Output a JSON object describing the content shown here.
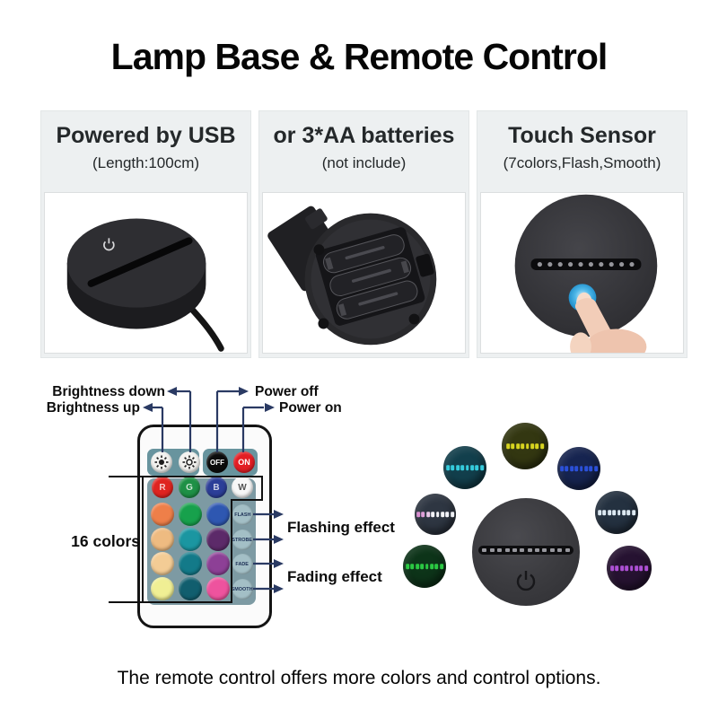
{
  "title": "Lamp Base & Remote Control",
  "panels": [
    {
      "heading": "Powered by USB",
      "subheading": "(Length:100cm)"
    },
    {
      "heading": "or 3*AA batteries",
      "subheading": "(not include)"
    },
    {
      "heading": "Touch Sensor",
      "subheading": "(7colors,Flash,Smooth)"
    }
  ],
  "remote": {
    "labels": {
      "brightness_down": "Brightness down",
      "brightness_up": "Brightness up",
      "power_off": "Power off",
      "power_on": "Power on",
      "colors_count": "16 colors",
      "flashing_effect": "Flashing effect",
      "fading_effect": "Fading effect"
    },
    "buttons": {
      "off": "OFF",
      "on": "ON",
      "off_color": "#0c0c0c",
      "on_color": "#e31e24",
      "side": [
        "FLASH",
        "STROBE",
        "FADE",
        "SMOOTH"
      ]
    },
    "color_rows": [
      [
        {
          "label": "R",
          "color": "#df2420"
        },
        {
          "label": "G",
          "color": "#1e9046"
        },
        {
          "label": "B",
          "color": "#2c3e98"
        },
        {
          "label": "W",
          "color": "#f7f7f7"
        }
      ],
      [
        {
          "color": "#ee7f49"
        },
        {
          "color": "#17a14c"
        },
        {
          "color": "#2e57b1"
        }
      ],
      [
        {
          "color": "#eebb81"
        },
        {
          "color": "#1b96a1"
        },
        {
          "color": "#5c2a69"
        }
      ],
      [
        {
          "color": "#f3cc95"
        },
        {
          "color": "#137a89"
        },
        {
          "color": "#8d4096"
        }
      ],
      [
        {
          "color": "#f0ef94"
        },
        {
          "color": "#115e6e"
        },
        {
          "color": "#ee539e"
        }
      ]
    ]
  },
  "cluster": {
    "colors": [
      {
        "name": "cyan",
        "bg": "#123f4c",
        "led": "#35cbdc"
      },
      {
        "name": "yellow",
        "bg": "#333711",
        "led": "#d7d41f"
      },
      {
        "name": "blue",
        "bg": "#162450",
        "led": "#2b50d9"
      },
      {
        "name": "pink-white",
        "bg": "#2e3642",
        "led_dots": [
          "#d98fd0",
          "#dd9ed8",
          "#e9c8e8",
          "#f2f3f8",
          "#f4f5f8",
          "#f4f5f8",
          "#f2f3f8",
          "#eef0f4"
        ]
      },
      {
        "name": "white",
        "bg": "#243140",
        "led": "#dde9f2"
      },
      {
        "name": "green",
        "bg": "#0d3419",
        "led": "#2bc943"
      },
      {
        "name": "purple",
        "bg": "#261231",
        "led": "#ae50d5"
      }
    ]
  },
  "caption": "The remote control offers more colors and control options."
}
